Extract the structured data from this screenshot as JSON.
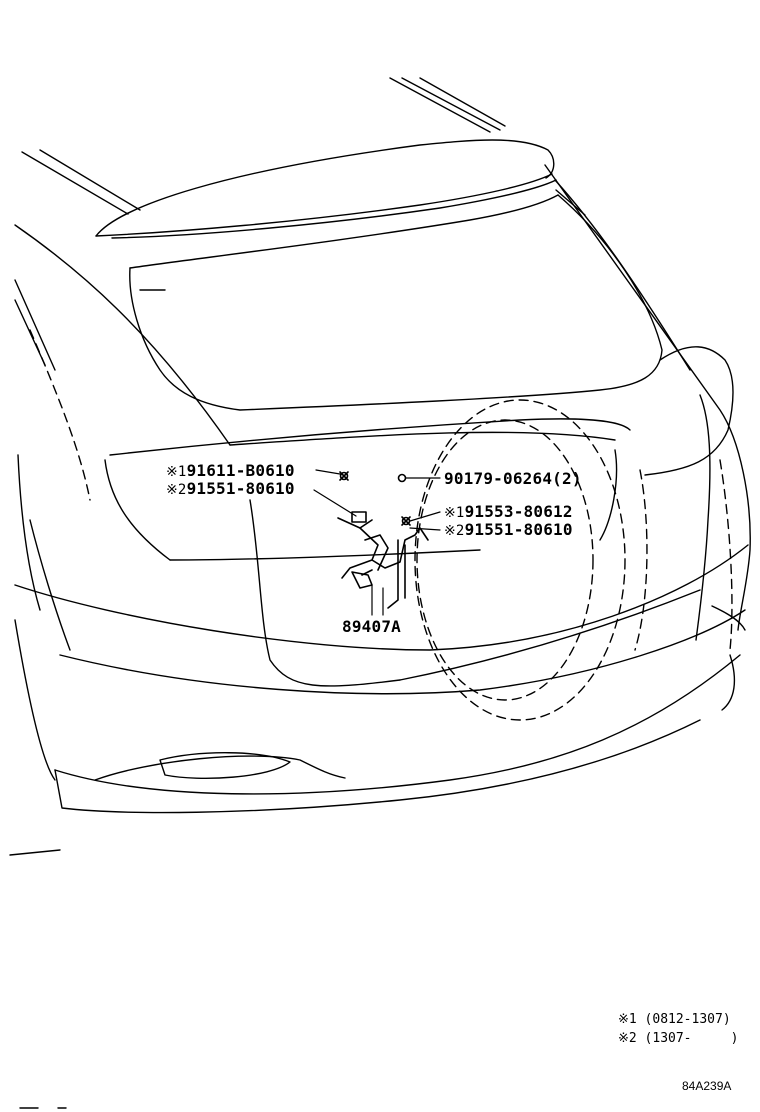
{
  "parts": {
    "p1": {
      "mark": "※1",
      "number": "91611-B0610"
    },
    "p2": {
      "mark": "※2",
      "number": "91551-80610"
    },
    "p3": {
      "number": "90179-06264",
      "qty": "(2)"
    },
    "p4": {
      "mark": "※1",
      "number": "91553-80612"
    },
    "p5": {
      "mark": "※2",
      "number": "91551-80610"
    },
    "p6": {
      "number": "89407A"
    }
  },
  "notes": {
    "n1": "※1 (0812-1307)",
    "n2": "※2 (1307-     )"
  },
  "diagram_code": "84A239A",
  "colors": {
    "line": "#000000",
    "background": "#ffffff"
  }
}
